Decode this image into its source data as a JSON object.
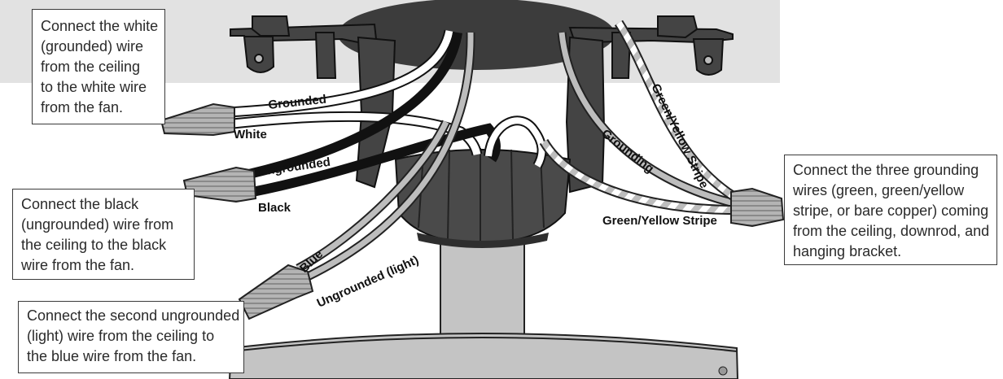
{
  "callouts": {
    "white": {
      "lines": [
        "Connect the white",
        "(grounded) wire",
        "from the ceiling",
        "to the white wire",
        "from the fan."
      ]
    },
    "black": {
      "lines": [
        "Connect the black",
        "(ungrounded) wire from",
        "the ceiling to the black",
        "wire from the fan."
      ]
    },
    "blue": {
      "lines": [
        "Connect the second ungrounded",
        "(light) wire from the ceiling to",
        "the blue wire from the fan."
      ]
    },
    "ground": {
      "lines": [
        "Connect the three grounding",
        "wires (green, green/yellow",
        "stripe, or bare copper) coming",
        "from the ceiling, downrod, and",
        "hanging bracket."
      ]
    }
  },
  "wire_labels": {
    "grounded": "Grounded",
    "white": "White",
    "ungrounded": "Ungrounded",
    "black": "Black",
    "blue": "Blue",
    "ungrounded_light": "Ungrounded (light)",
    "grounding": "Grounding",
    "green_yellow_stripe_top": "Green/Yellow Stripe",
    "green_yellow_stripe_bottom": "Green/Yellow Stripe"
  },
  "colors": {
    "ceiling_gray": "#e2e2e2",
    "bracket_dark": "#3e3e3e",
    "canopy_dark": "#4a4a4a",
    "downrod_gray": "#c4c4c4",
    "wire_black": "#111111",
    "wire_white": "#ffffff",
    "wire_gray": "#bdbdbd",
    "connector_gray": "#a9a9a9"
  }
}
